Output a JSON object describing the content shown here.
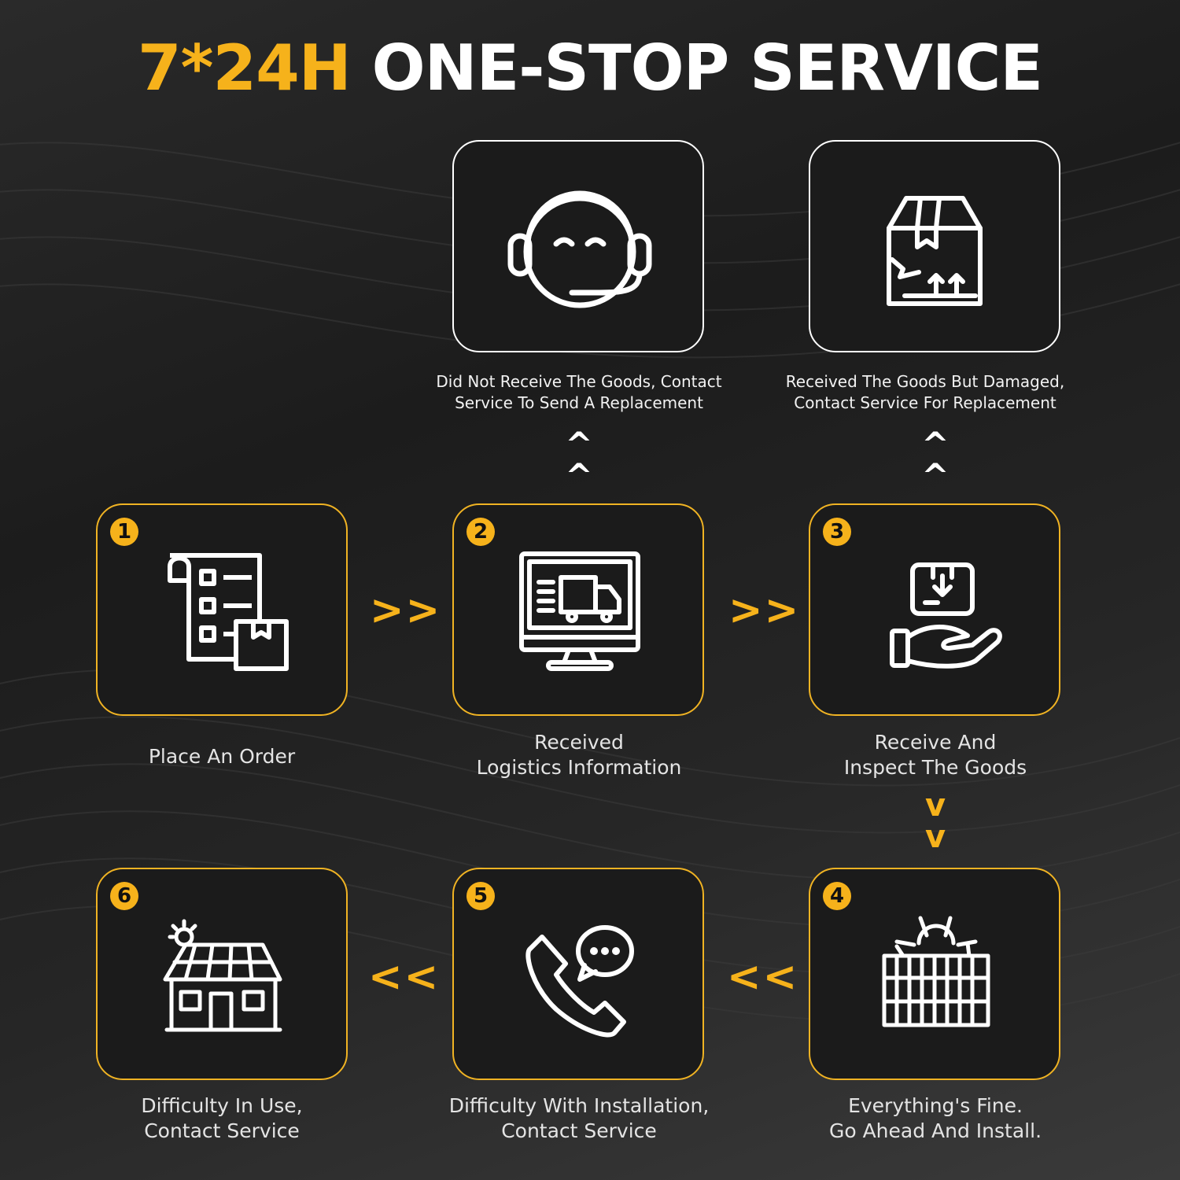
{
  "title": {
    "accent": "7*24H",
    "main": "ONE-STOP SERVICE"
  },
  "colors": {
    "accent": "#f6b21b",
    "card_bg": "#1b1b1b",
    "text": "#e4e4e4"
  },
  "top_cards": [
    {
      "icon": "headset-agent-icon",
      "line1": "Did Not Receive The Goods, Contact",
      "line2": "Service To Send A Replacement"
    },
    {
      "icon": "damaged-box-icon",
      "line1": "Received The Goods But Damaged,",
      "line2": "Contact Service For Replacement"
    }
  ],
  "steps": [
    {
      "number": "1",
      "icon": "order-list-icon",
      "line1": "Place An Order",
      "line2": ""
    },
    {
      "number": "2",
      "icon": "logistics-monitor-icon",
      "line1": "Received",
      "line2": "Logistics Information"
    },
    {
      "number": "3",
      "icon": "receive-package-icon",
      "line1": "Receive And",
      "line2": "Inspect The Goods"
    },
    {
      "number": "4",
      "icon": "solar-panel-icon",
      "line1": "Everything's Fine.",
      "line2": "Go Ahead And Install."
    },
    {
      "number": "5",
      "icon": "phone-chat-icon",
      "line1": "Difficulty With Installation,",
      "line2": "Contact  Service"
    },
    {
      "number": "6",
      "icon": "solar-house-icon",
      "line1": "Difficulty In Use,",
      "line2": "Contact  Service"
    }
  ],
  "arrows": {
    "right": ">>",
    "left": "<<",
    "up": "^",
    "down": "v"
  }
}
